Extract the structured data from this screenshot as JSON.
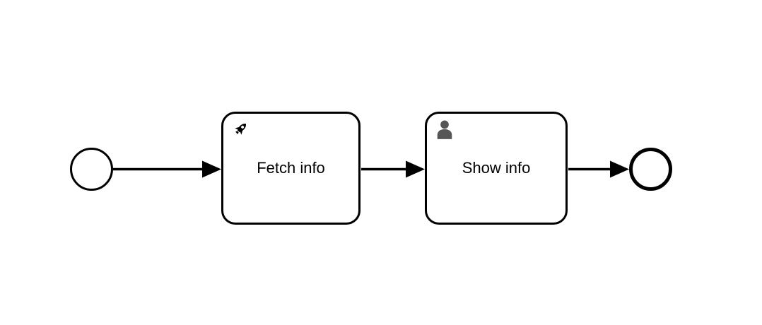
{
  "diagram": {
    "type": "bpmn-process",
    "colors": {
      "background": "#ffffff",
      "stroke": "#000000",
      "rocket_icon": "#000000",
      "user_icon": "#565656"
    },
    "events": [
      {
        "id": "start",
        "kind": "start-event"
      },
      {
        "id": "end",
        "kind": "end-event"
      }
    ],
    "tasks": [
      {
        "id": "fetch",
        "label": "Fetch info",
        "icon": "rocket-icon"
      },
      {
        "id": "show",
        "label": "Show info",
        "icon": "user-icon"
      }
    ],
    "flows": [
      {
        "from": "start",
        "to": "fetch"
      },
      {
        "from": "fetch",
        "to": "show"
      },
      {
        "from": "show",
        "to": "end"
      }
    ]
  }
}
